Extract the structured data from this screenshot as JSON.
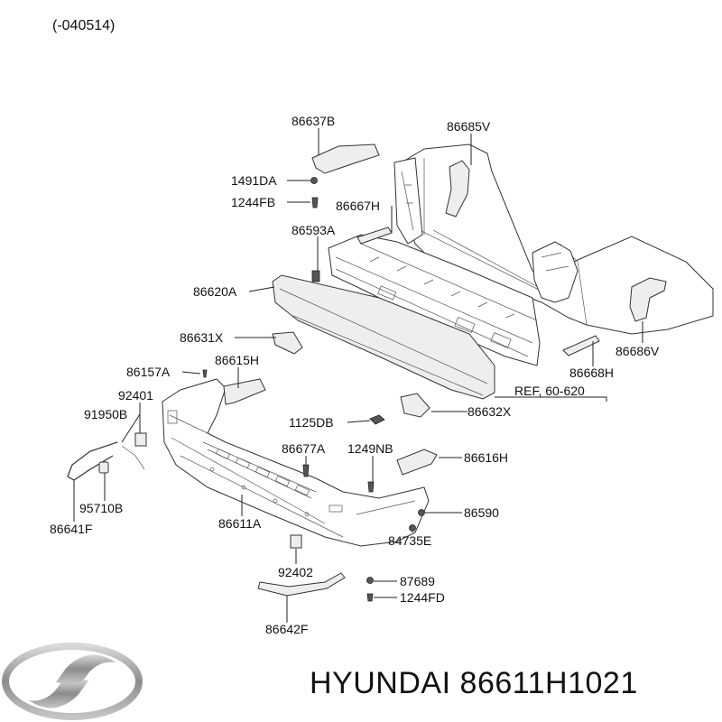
{
  "header": {
    "date_code": "(-040514)"
  },
  "labels": {
    "p86637B": "86637B",
    "p86685V": "86685V",
    "p1491DA": "1491DA",
    "p1244FB": "1244FB",
    "p86667H": "86667H",
    "p86593A": "86593A",
    "p86620A": "86620A",
    "p86631X": "86631X",
    "p86686V": "86686V",
    "p86668H": "86668H",
    "p86157A": "86157A",
    "p86615H": "86615H",
    "ref": "REF, 60-620",
    "p92401": "92401",
    "p91950B": "91950B",
    "p1125DB": "1125DB",
    "p86632X": "86632X",
    "p86677A": "86677A",
    "p1249NB": "1249NB",
    "p86616H": "86616H",
    "p95710B": "95710B",
    "p86590": "86590",
    "p86611A": "86611A",
    "p86641F": "86641F",
    "p84735E": "84735E",
    "p92402": "92402",
    "p87689": "87689",
    "p1244FD": "1244FD",
    "p86642F": "86642F"
  },
  "footer": {
    "brand": "HYUNDAI",
    "part_number": "86611H1021"
  },
  "icons": {
    "logo": "hyundai-logo-icon"
  },
  "colors": {
    "line": "#222222",
    "logo_silver": "#9a9a9a"
  }
}
